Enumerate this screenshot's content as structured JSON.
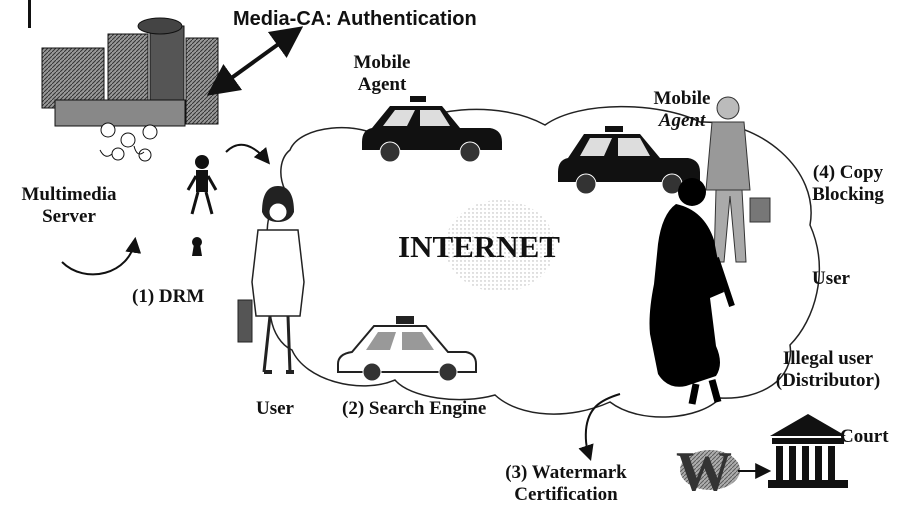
{
  "title": "Media-CA: Authentication",
  "labels": {
    "multimedia_server": [
      "Multimedia",
      "Server"
    ],
    "mobile_agent_1": [
      "Mobile",
      "Agent"
    ],
    "mobile_agent_2": [
      "Mobile",
      "Agent"
    ],
    "internet": "INTERNET",
    "drm": "(1) DRM",
    "user_left": "User",
    "search_engine": "(2) Search Engine",
    "copy_blocking": [
      "(4) Copy",
      "Blocking"
    ],
    "user_right": "User",
    "illegal_user": [
      "Illegal user",
      "(Distributor)"
    ],
    "watermark": [
      "(3) Watermark",
      "Certification"
    ],
    "court": "Court",
    "watermark_symbol": "W"
  },
  "icons": [
    "server-cluster-icon",
    "discs-icon",
    "small-person-icon",
    "keyhole-icon",
    "car-mobile-agent-icon",
    "taxi-search-engine-icon",
    "woman-user-icon",
    "man-user-icon",
    "silhouette-illegal-user-icon",
    "court-building-icon"
  ]
}
